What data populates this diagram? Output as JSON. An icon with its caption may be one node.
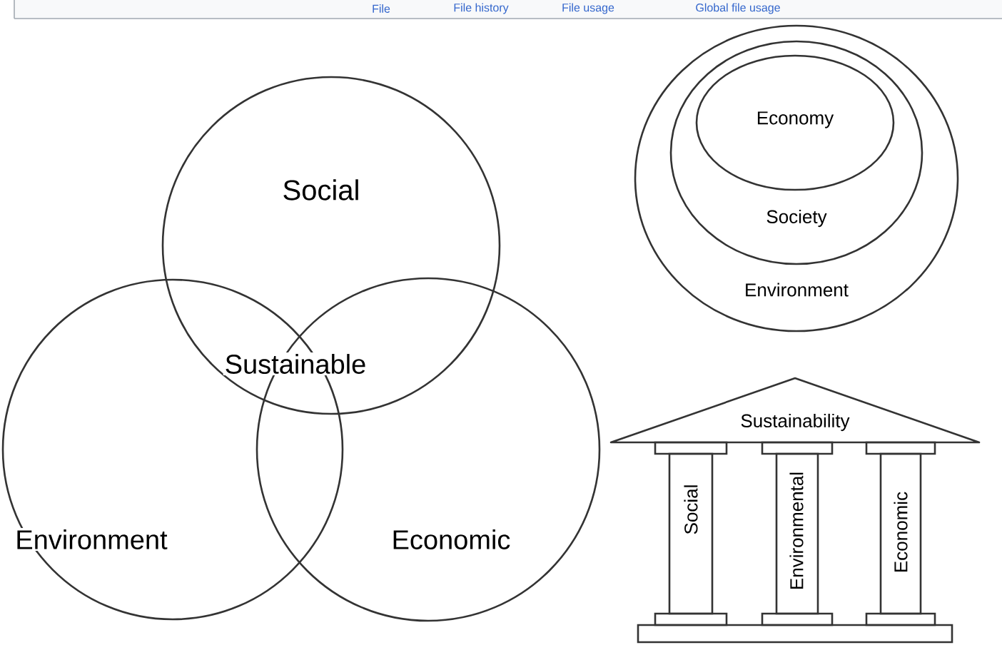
{
  "diagram": {
    "nodes": [
      {
        "text": [
          "Social"
        ]
      },
      {
        "text": [
          "Environment"
        ]
      },
      {
        "text": [
          "Economic"
        ]
      },
      {
        "text": [
          "Environment"
        ]
      },
      {
        "text": [
          "Society"
        ],
        "in": 3
      },
      {
        "text": [
          "Economy"
        ],
        "in": 4
      },
      {
        "text": [
          "Sustainability"
        ]
      },
      {
        "text": [
          "Social"
        ]
      },
      {
        "text": [
          "Environmental"
        ]
      },
      {
        "text": [
          "Economic"
        ]
      },
      {
        "text": [],
        "shape": "box"
      }
    ],
    "labels": [
      "File",
      "File history",
      "File usage",
      "Global file usage",
      "Sustainable"
    ]
  }
}
